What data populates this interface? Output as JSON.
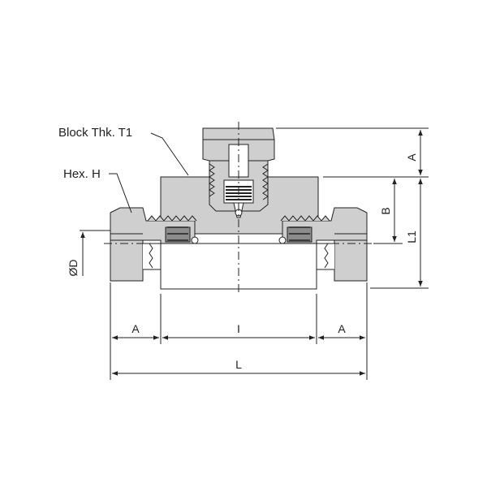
{
  "callouts": {
    "block_thickness": "Block Thk. T1",
    "hex": "Hex. H"
  },
  "dimensions": {
    "top_a": "A",
    "b": "B",
    "l1": "L1",
    "tube_od": "ØD",
    "left_a": "A",
    "center_i": "I",
    "right_a": "A",
    "overall_l": "L"
  },
  "colors": {
    "body_fill": "#cfcfcf",
    "dark_fill": "#8c8c8c",
    "line": "#222222"
  }
}
